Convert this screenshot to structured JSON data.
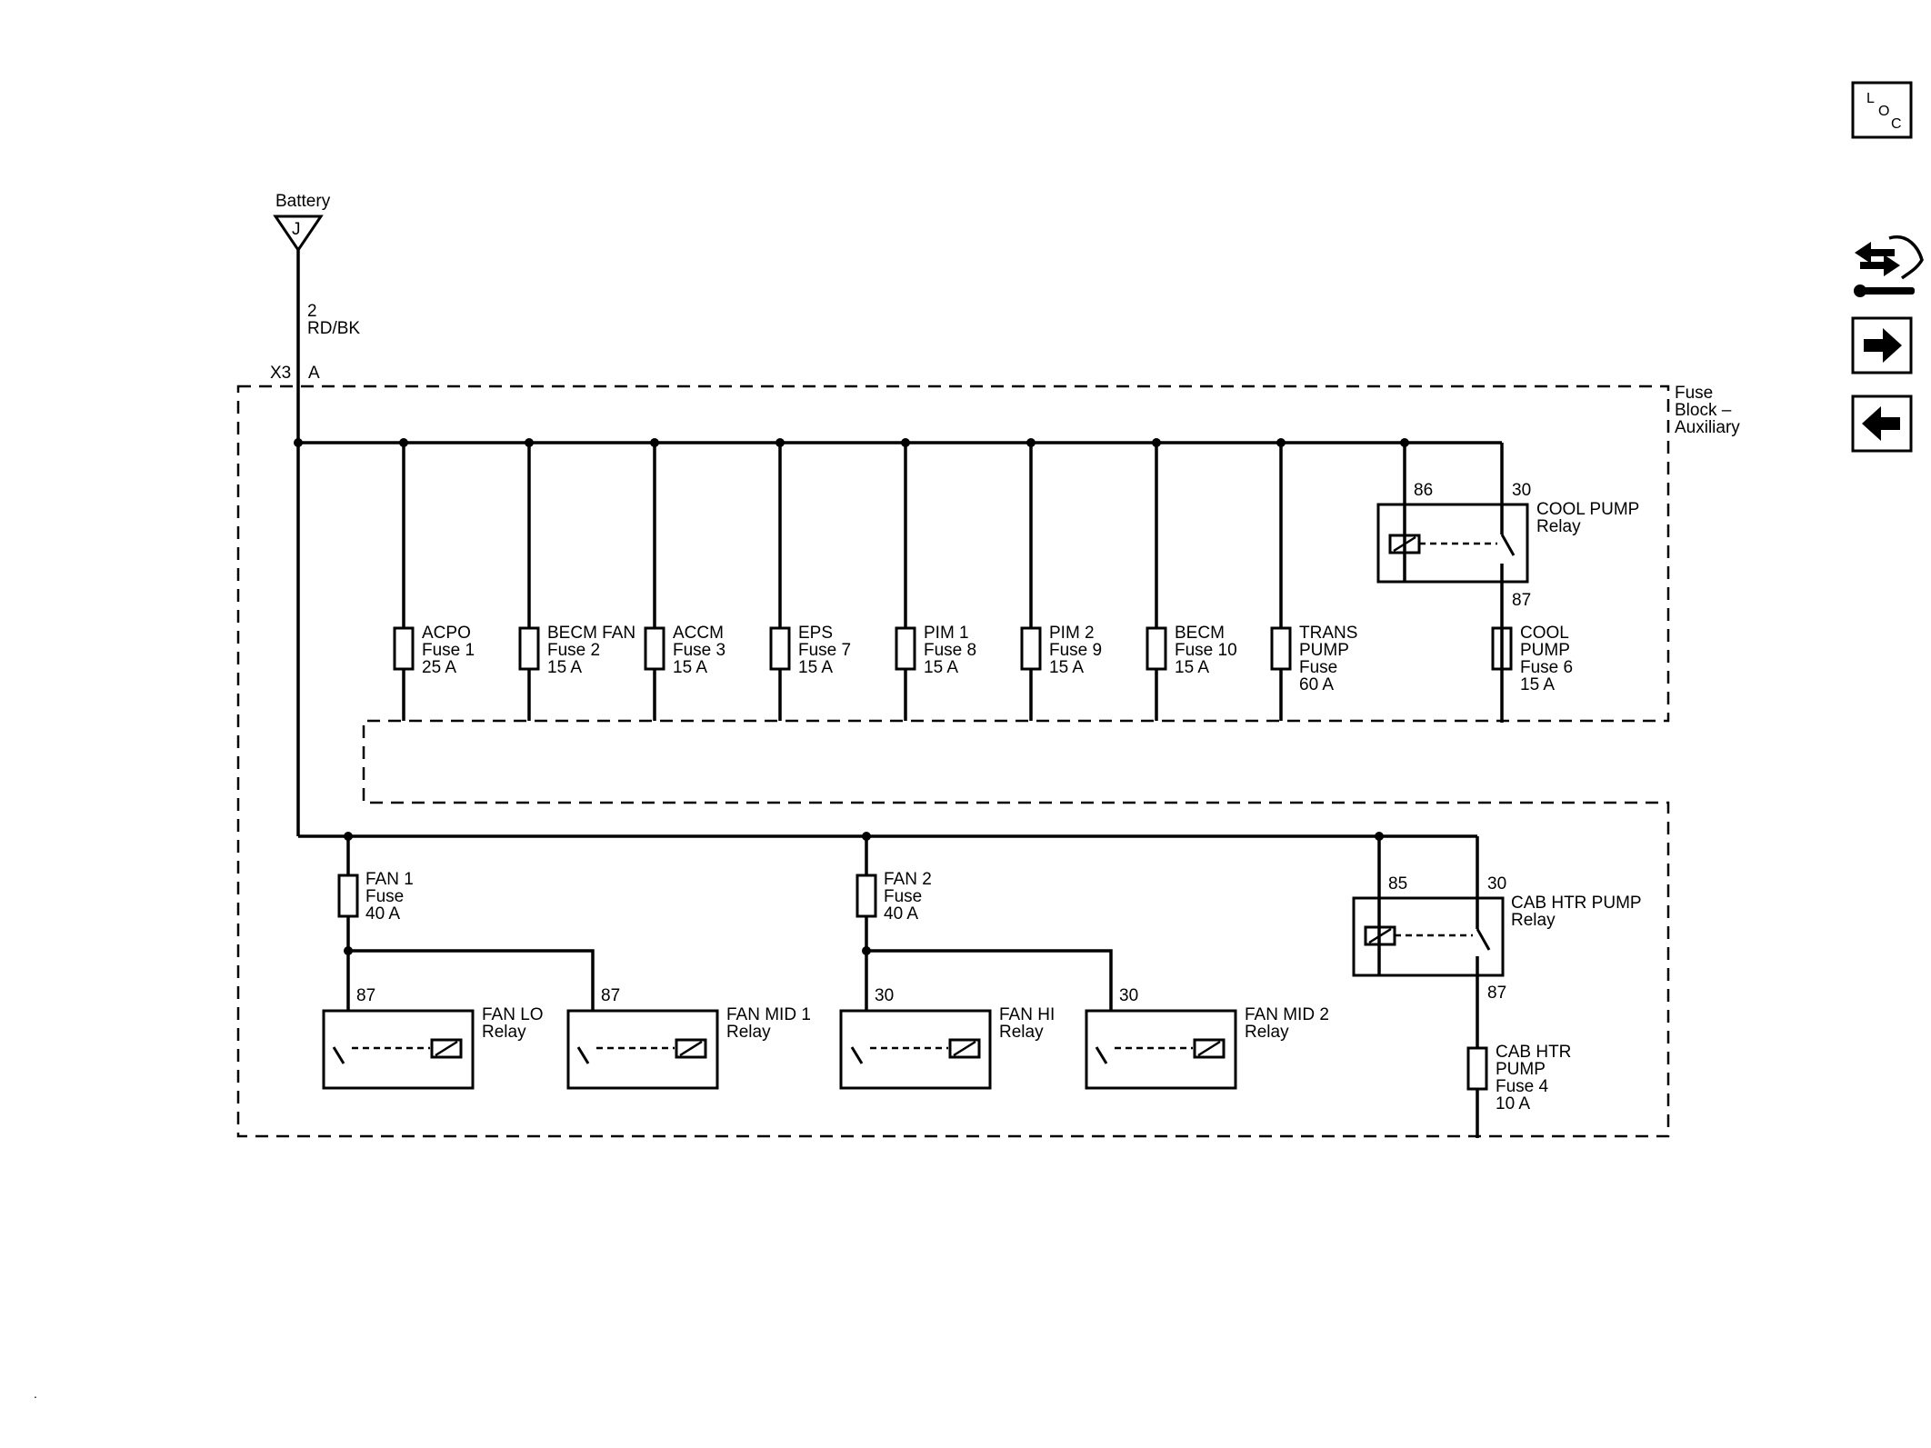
{
  "source": {
    "name": "Battery",
    "terminal": "J",
    "wire_gauge": "2",
    "wire_color": "RD/BK"
  },
  "connector": {
    "name": "X3",
    "pin": "A"
  },
  "fuse_block_title": [
    "Fuse",
    "Block –",
    "Auxiliary"
  ],
  "top_fuses": [
    {
      "l1": "ACPO",
      "l2": "Fuse 1",
      "l3": "25 A",
      "l4": ""
    },
    {
      "l1": "BECM FAN",
      "l2": "Fuse 2",
      "l3": "15 A",
      "l4": ""
    },
    {
      "l1": "ACCM",
      "l2": "Fuse 3",
      "l3": "15 A",
      "l4": ""
    },
    {
      "l1": "EPS",
      "l2": "Fuse 7",
      "l3": "15 A",
      "l4": ""
    },
    {
      "l1": "PIM 1",
      "l2": "Fuse 8",
      "l3": "15 A",
      "l4": ""
    },
    {
      "l1": "PIM 2",
      "l2": "Fuse 9",
      "l3": "15 A",
      "l4": ""
    },
    {
      "l1": "BECM",
      "l2": "Fuse 10",
      "l3": "15 A",
      "l4": ""
    },
    {
      "l1": "TRANS",
      "l2": "PUMP",
      "l3": "Fuse",
      "l4": "60 A"
    },
    {
      "l1": "COOL",
      "l2": "PUMP",
      "l3": "Fuse 6",
      "l4": "15 A"
    }
  ],
  "cool_pump_relay": {
    "name": "COOL PUMP",
    "type": "Relay",
    "pin_coil": "86",
    "pin_common": "30",
    "pin_out": "87"
  },
  "cab_htr_relay": {
    "name": "CAB HTR PUMP",
    "type": "Relay",
    "pin_coil": "85",
    "pin_common": "30",
    "pin_out": "87"
  },
  "cab_htr_fuse": {
    "l1": "CAB HTR",
    "l2": "PUMP",
    "l3": "Fuse 4",
    "l4": "10 A"
  },
  "fan_fuses": [
    {
      "l1": "FAN 1",
      "l2": "Fuse",
      "l3": "40 A"
    },
    {
      "l1": "FAN 2",
      "l2": "Fuse",
      "l3": "40 A"
    }
  ],
  "fan_relays": [
    {
      "name": "FAN LO",
      "type": "Relay",
      "pin": "87"
    },
    {
      "name": "FAN MID 1",
      "type": "Relay",
      "pin": "87"
    },
    {
      "name": "FAN HI",
      "type": "Relay",
      "pin": "30"
    },
    {
      "name": "FAN MID 2",
      "type": "Relay",
      "pin": "30"
    }
  ],
  "nav": {
    "loc_letters": [
      "L",
      "O",
      "C"
    ],
    "icons": [
      "component-views-icon",
      "forward-arrow-icon",
      "back-arrow-icon"
    ]
  },
  "footer_mark": "."
}
